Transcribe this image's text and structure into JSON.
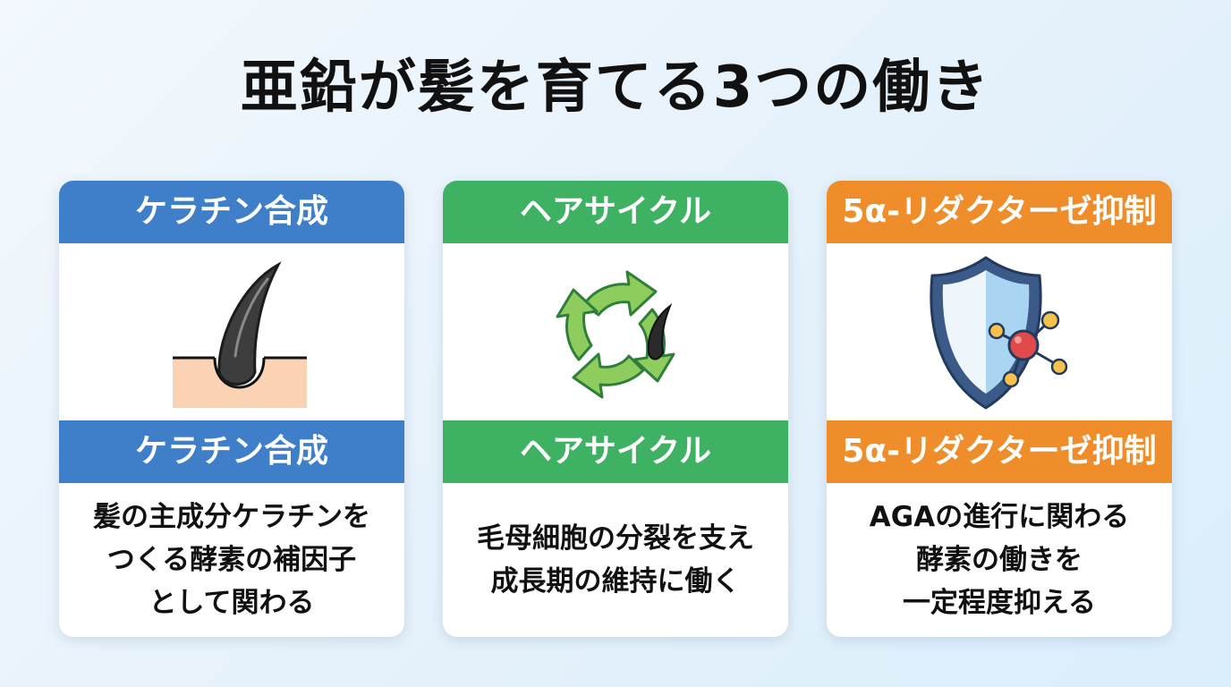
{
  "title": "亜鉛が髪を育てる3つの働き",
  "cards": [
    {
      "header": "ケラチン合成",
      "subheader": "ケラチン合成",
      "color": "#3f7fc9",
      "icon": "hair-follicle-icon",
      "lines": [
        "髪の主成分ケラチンを",
        "つくる酵素の補因子",
        "として関わる"
      ]
    },
    {
      "header": "ヘアサイクル",
      "subheader": "ヘアサイクル",
      "color": "#3fb163",
      "icon": "cycle-arrows-icon",
      "lines": [
        "毛母細胞の分裂を支え",
        "成長期の維持に働く"
      ]
    },
    {
      "header": "5α-リダクターゼ抑制",
      "subheader": "5α-リダクターゼ抑制",
      "color": "#ee8d2a",
      "icon": "shield-molecule-icon",
      "lines": [
        "AGAの進行に関わる",
        "酵素の働きを",
        "一定程度抑える"
      ]
    }
  ]
}
